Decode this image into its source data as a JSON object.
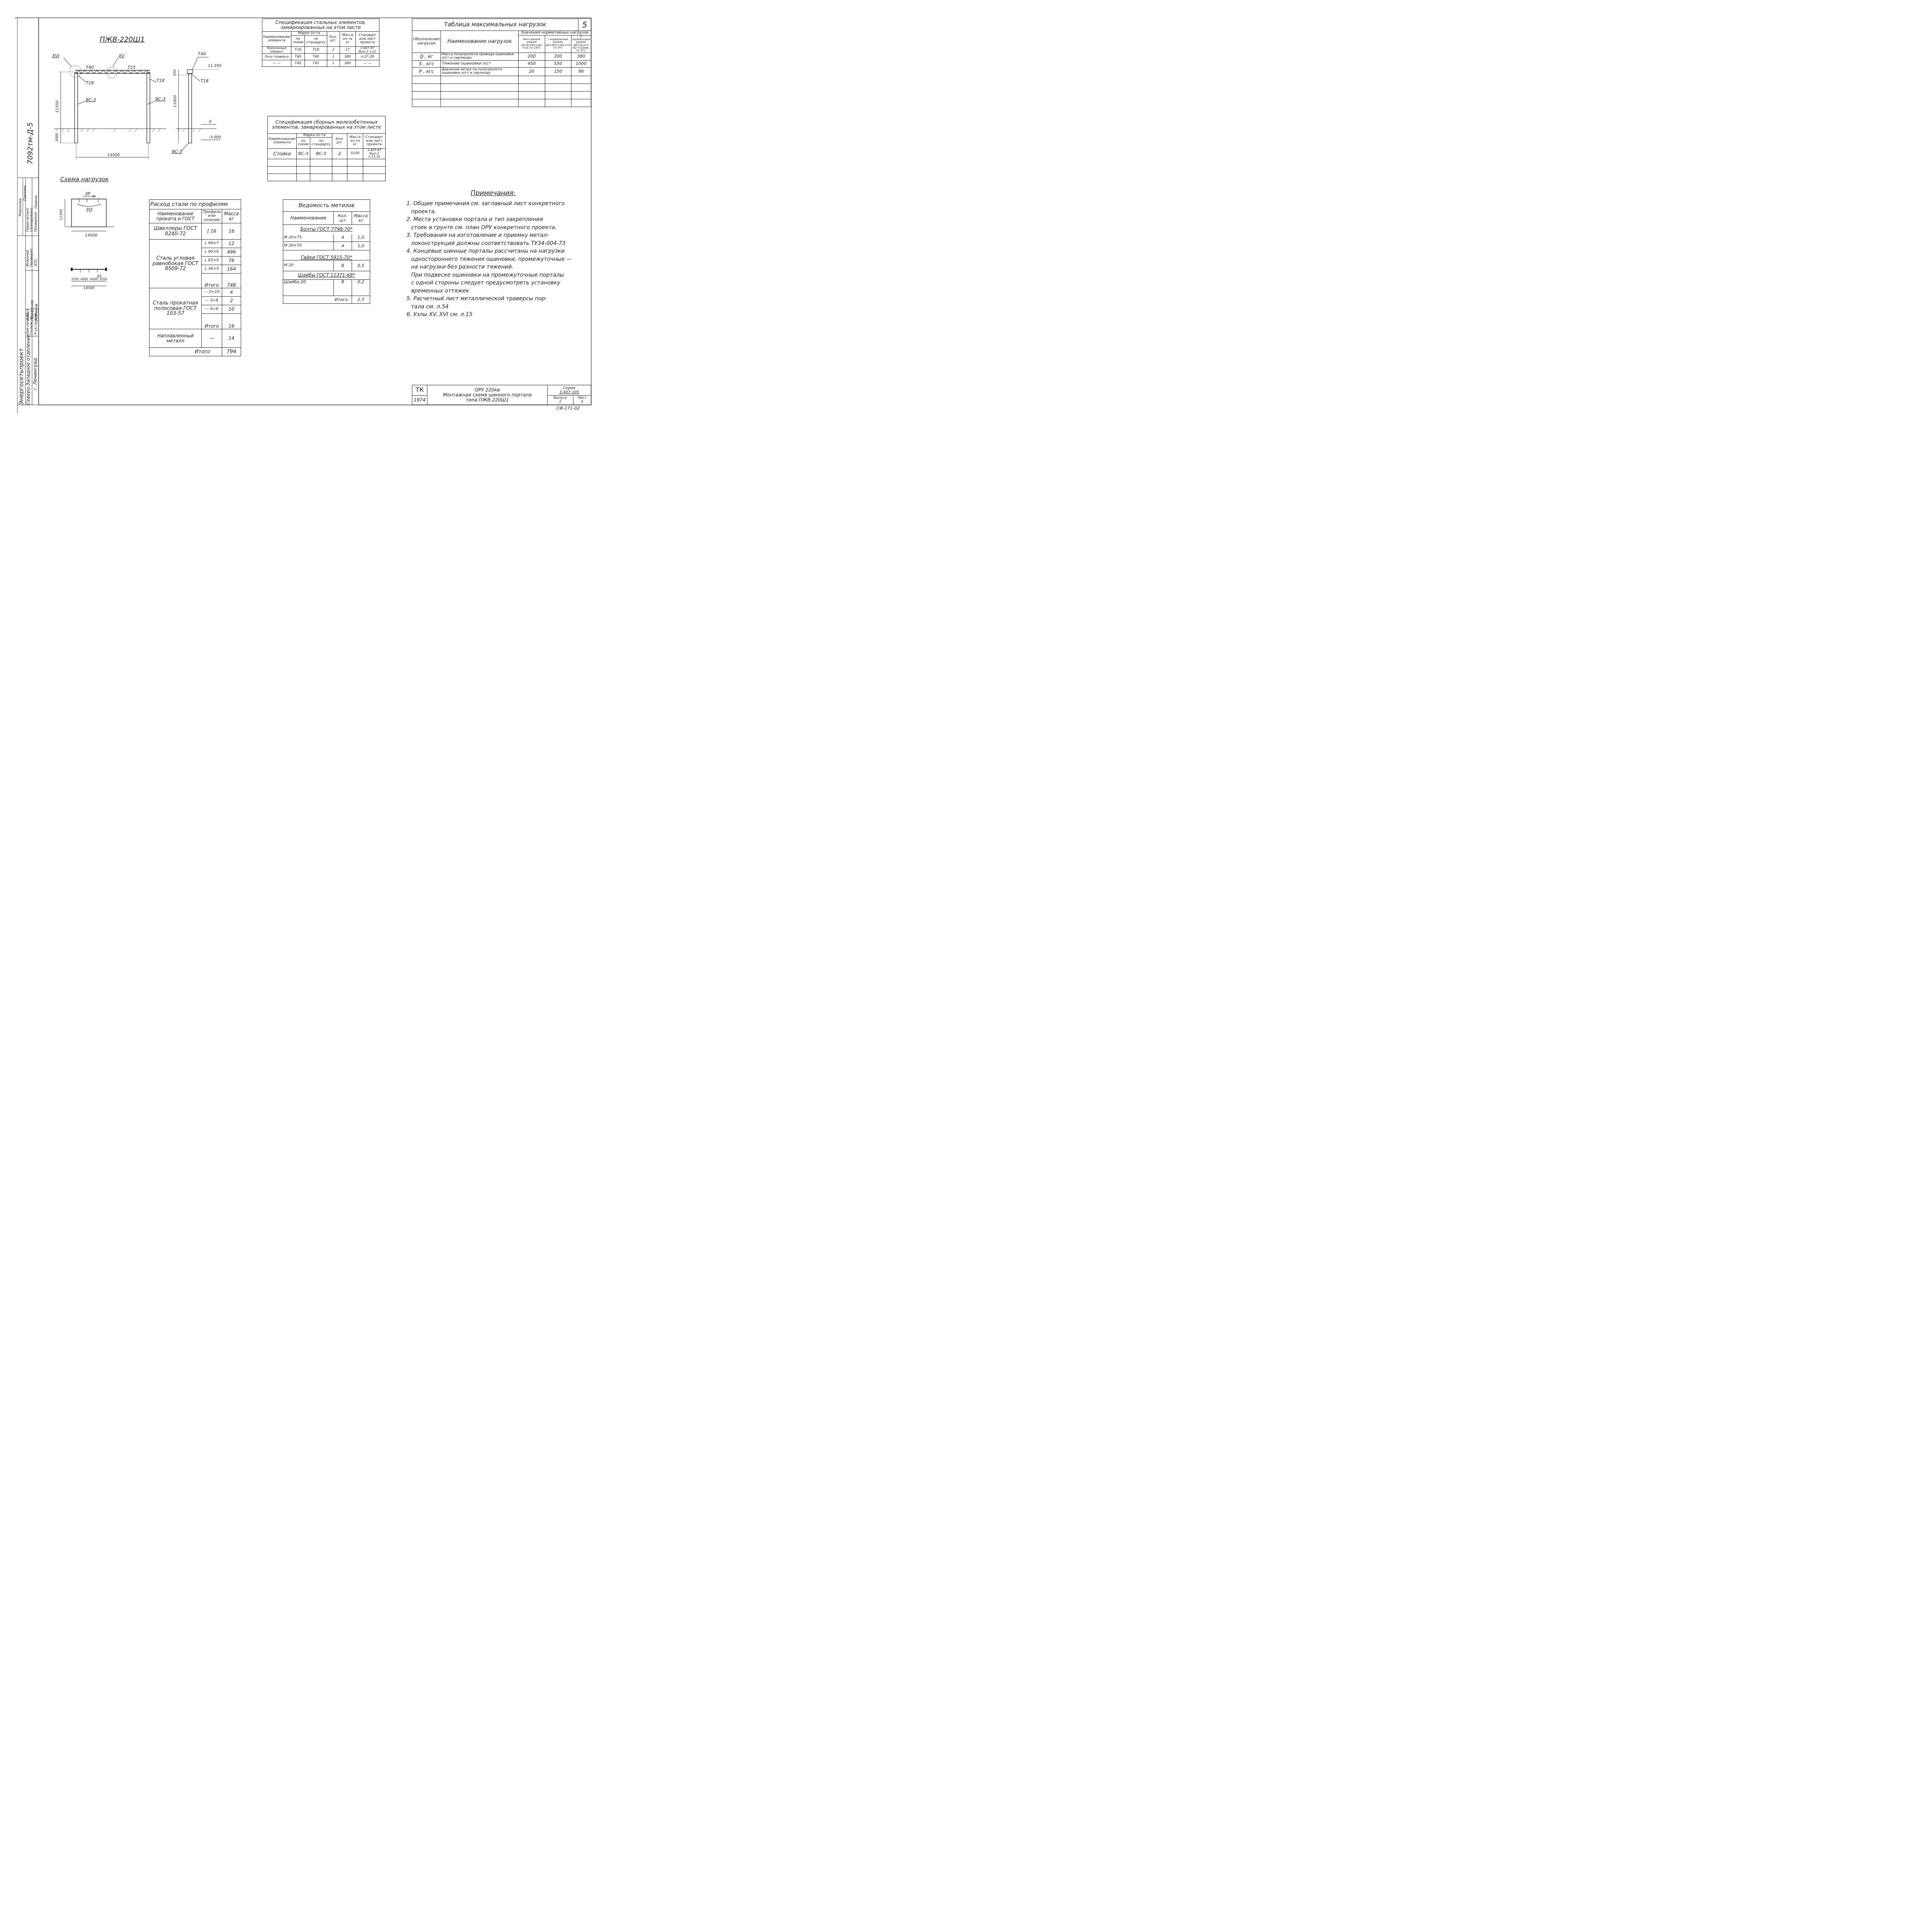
{
  "sheet_number": "5",
  "side_code": "7092тм-Д-5",
  "elevation_title": "ПЖВ-220Ш1",
  "elevation": {
    "node_xvi": "XVI",
    "node_xv": "XV",
    "t40": "Т40",
    "t15": "Т15",
    "t18": "Т18",
    "vs3": "ВС-3",
    "height": "11350",
    "embed": "3000",
    "span": "14500"
  },
  "side": {
    "t40": "Т40",
    "t18": "Т18",
    "top_mark": "11.350",
    "d350": "350",
    "d11000": "11000",
    "zero": "0",
    "minus3": "-3.000",
    "vs3": "ВС-3"
  },
  "loads_title": "Схема нагрузок",
  "loads": {
    "p": "3P",
    "q": "3Q",
    "height": "11350",
    "span": "14500",
    "s": "3S",
    "dims": [
      "3250",
      "4000",
      "4000",
      "3250"
    ],
    "total": "14500"
  },
  "steel_spec": {
    "title": "Спецификация стальных элементов, замаркированных на этом листе",
    "h_name": "Наименование элемента",
    "h_mark": "Марки эл-та",
    "h_scheme": "по схеме",
    "h_std": "по стандарту",
    "h_qty": "Кол. шт.",
    "h_mass": "Масса эл-та кг",
    "h_ref": "Стандарт или лист проекта",
    "rows": [
      {
        "name": "Крепежный элемент",
        "scheme": "Т18",
        "std": "Т18",
        "qty": "2",
        "mass": "17",
        "ref": "3.407-97 Вып.2 л.21"
      },
      {
        "name": "Полу-траверса",
        "scheme": "Т40",
        "std": "Т40",
        "qty": "1",
        "mass": "380",
        "ref": "л.27,28"
      },
      {
        "name": "— —",
        "scheme": "Т45",
        "std": "Т45",
        "qty": "1",
        "mass": "380",
        "ref": "— —"
      }
    ]
  },
  "concrete_spec": {
    "title": "Спецификация сборных железобетонных элементов, замаркированных на этом листе",
    "h_name": "Наименование элемента",
    "h_mark": "Марка эл-та",
    "h_scheme": "по схеме",
    "h_std": "по стандарту",
    "h_qty": "Кол. шт.",
    "h_mass": "Масса эл-та кг",
    "h_ref": "Стандарт или лист проекта",
    "rows": [
      {
        "name": "Стойка",
        "scheme": "ВС-3",
        "std": "ВС-3",
        "qty": "2",
        "mass": "5150",
        "ref": "3.407-97 Вып.2 л.13,19"
      }
    ]
  },
  "max_loads": {
    "title": "Таблица максимальных нагрузок",
    "h_designation": "Обозначение нагрузок",
    "h_name": "Наименование нагрузок",
    "h_values": "Значения нормативных нагрузок",
    "h_mount": "Монтажный режим q0=6,25кгс/м2 t=0, t=-15°C",
    "h_norm1": "I нормальный режим q0=50кгс/м2 t=0 t=-5°C",
    "h_norm2": "II нормальный режим q0=16 кгс/м2 t=20мм, t=-5°C",
    "rows": [
      {
        "sym": "Q , кг",
        "name": "Масса полупролета провода ошиновки п/ст и гирлянды",
        "v1": "200",
        "v2": "200",
        "v3": "380"
      },
      {
        "sym": "S , кгс",
        "name": "Тяжение ошиновки п/ст",
        "v1": "450",
        "v2": "550",
        "v3": "1000"
      },
      {
        "sym": "P , кгс",
        "name": "Давление ветра на полупролета ошиновки п/ст и гирлянду",
        "v1": "20",
        "v2": "150",
        "v3": "86"
      }
    ]
  },
  "steel_usage": {
    "title": "Расход стали по профилям",
    "h_name": "Наименование проката и ГОСТ",
    "h_profile": "Профиль или сечение",
    "h_mass": "Масса кг",
    "channel_name": "Швеллеры ГОСТ 8240-72",
    "channel_profile": "[ 16",
    "channel_mass": "16",
    "angle_name": "Сталь угловая равнобокая ГОСТ 8509-72",
    "angle_rows": [
      {
        "profile": "L 90×7",
        "mass": "12"
      },
      {
        "profile": "L 90×6",
        "mass": "496"
      },
      {
        "profile": "L 63×5",
        "mass": "76"
      },
      {
        "profile": "L 36×4",
        "mass": "164"
      }
    ],
    "sub1_label": "Итого",
    "sub1_mass": "748",
    "strip_name": "Сталь прокатная полосовая ГОСТ 103-57",
    "strip_rows": [
      {
        "profile": "— δ=10",
        "mass": "4"
      },
      {
        "profile": "— δ=8",
        "mass": "2"
      },
      {
        "profile": "— δ=6",
        "mass": "10"
      }
    ],
    "sub2_label": "Итого",
    "sub2_mass": "16",
    "weld_name": "Наплавленный металл",
    "weld_profile": "—",
    "weld_mass": "14",
    "total_label": "Итого",
    "total_mass": "794"
  },
  "hardware": {
    "title": "Ведомость метизов",
    "h_name": "Наименование",
    "h_qty": "Кол. шт",
    "h_mass": "Масса кг",
    "bolts_title": "Болты  ГОСТ 7798-70*",
    "bolts": [
      {
        "name": "М 20×75",
        "qty": "4",
        "mass": "1,0"
      },
      {
        "name": "М 20×70",
        "qty": "4",
        "mass": "1,0"
      }
    ],
    "nuts_title": "Гайки  ГОСТ 5915-70*",
    "nuts": [
      {
        "name": "М 20",
        "qty": "8",
        "mass": "0,5"
      }
    ],
    "washers_title": "Шайбы  ГОСТ 11371-68*",
    "washers": [
      {
        "name": "Шайба 20",
        "qty": "8",
        "mass": "0,2"
      }
    ],
    "total_label": "Итого",
    "total_mass": "2,7"
  },
  "notes": {
    "title": "Примечания:",
    "lines": [
      "1. Общие  примечания  см. заглавный  лист конкретного",
      "проекта.",
      "2. Места  установки  портала  и тип  закрепления",
      "стоек  в грунте  см.  план  ОРУ конкретного проекта.",
      "3. Требования  на изготовление  и приемку  метал-",
      "локонструкций  должны  соответствовать  ТУ34-004-73",
      "4. Концевые шинные  порталы  рассчитаны  на нагрузки",
      "одностороннего  тяжения  ошиновки,  промежуточные —",
      "на  нагрузки  без разности  тяжений.",
      "При подвеске  ошиновки на промежуточные порталы",
      "с одной  стороны  следует  предусмотреть  установку",
      "временных  оттяжек",
      "5. Расчетный  лист  металлической  траверсы  пор-",
      "тала   см. л.54",
      "6.  Узлы  XV,  XVI  см.  л.15"
    ]
  },
  "stamp": {
    "tk": "ТК",
    "year": "1974",
    "line1": "ОРУ 220кв",
    "line2": "Монтажная  схема  шинного  портала",
    "line3": "типа  ПЖВ-220Ш1",
    "series_label": "Серия",
    "series": "3.407-105",
    "issue_label": "Выпуск",
    "issue": "2",
    "sheet_label": "Лист",
    "sheet": "4",
    "code": "СФ-171-02"
  },
  "left_block": {
    "org1": "Энергосетьпроект",
    "org2": "Северо-Западное отделение",
    "city": "г. Ленинград",
    "roles": [
      "Зам.нач.отд",
      "Гл.инж.пр",
      "Р-ук.группы"
    ],
    "names": [
      "Хабот",
      "Парфенов",
      "Кабанов"
    ],
    "roles2": [
      "Инженер",
      "Проверил"
    ],
    "etc": "ЭТС",
    "roles3": [
      "Пересчитано",
      "Скопировано",
      "Проверено"
    ],
    "names3": [
      "Миронова",
      "Павлова",
      "Пивень"
    ]
  }
}
